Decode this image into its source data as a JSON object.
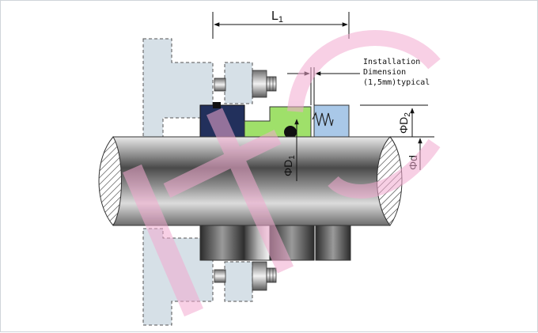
{
  "labels": {
    "l1": "L",
    "l1_sub": "1",
    "phi_d1": "ΦD",
    "phi_d1_sub": "1",
    "phi_d2": "ΦD",
    "phi_d2_sub": "2",
    "phi_d": "Φd",
    "install_line1": "Installation",
    "install_line2": "Dimension",
    "install_line3": "(1,5mm)typical"
  },
  "colors": {
    "housing": "#d6e0e7",
    "seal_face": "#a9c8e8",
    "green_ring": "#9fe06a",
    "navy_gland": "#22305c",
    "watermark": "#f2a9cf"
  },
  "watermark_text": "HC"
}
